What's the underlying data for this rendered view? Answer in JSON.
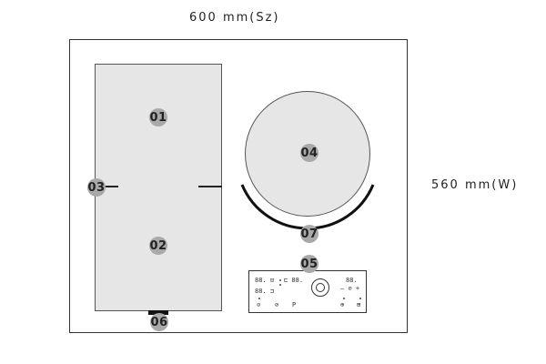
{
  "dimensions": {
    "width_label": "600 mm(Sz)",
    "depth_label": "560 mm(W)"
  },
  "markers": {
    "m01": "01",
    "m02": "02",
    "m03": "03",
    "m04": "04",
    "m05": "05",
    "m06": "06",
    "m07": "07"
  },
  "control_panel": {
    "row1_left": "88. ⊡",
    "row1_mid": "⊏ 88.",
    "row2_left": "88. ⊐",
    "row1_right": "88.",
    "row2_right": "–  ⊘  +",
    "bottom_icons": [
      "⊙",
      "⊘",
      "P",
      "⊕",
      "⊞"
    ]
  },
  "colors": {
    "zone_fill": "#e6e6e6",
    "marker_fill": "#a9a9a9",
    "line": "#222222"
  }
}
